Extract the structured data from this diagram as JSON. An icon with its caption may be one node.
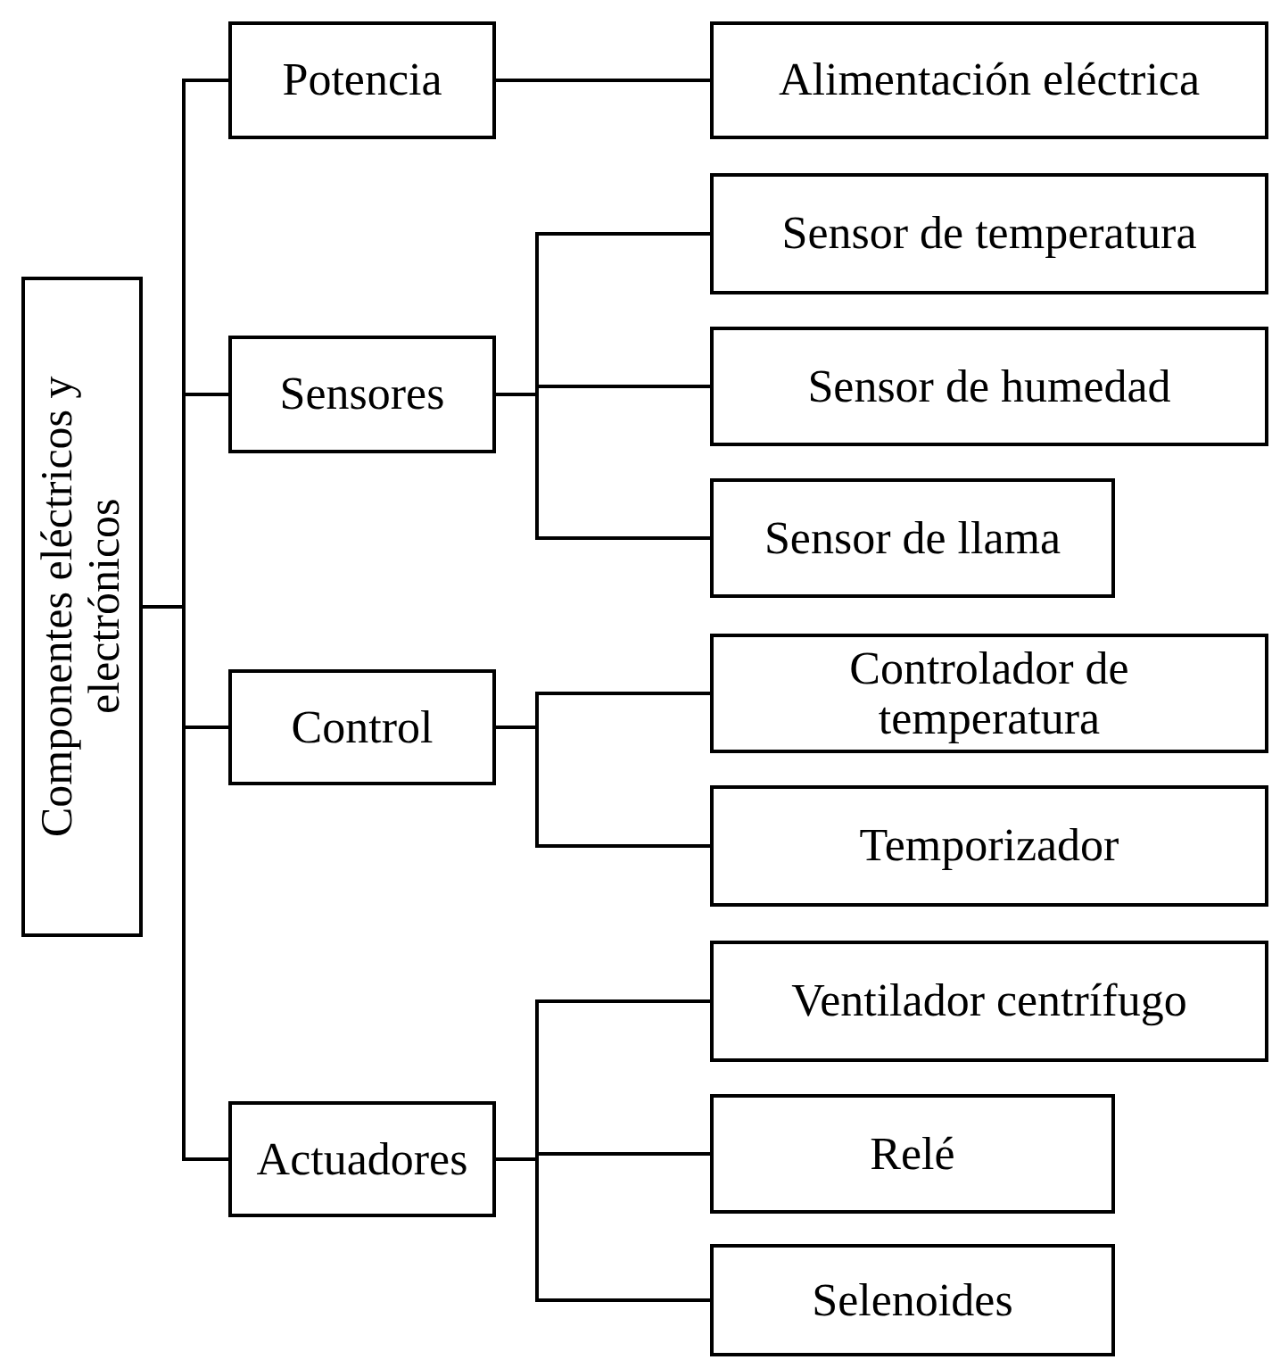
{
  "diagram": {
    "nodes": [
      {
        "text": [
          "Componentes eléctricos  y electrónicos"
        ]
      },
      {
        "text": [
          "Potencia"
        ]
      },
      {
        "text": [
          "Alimentación eléctrica"
        ]
      },
      {
        "text": [
          "Sensores"
        ]
      },
      {
        "text": [
          "Sensor de temperatura"
        ]
      },
      {
        "text": [
          "Sensor de humedad"
        ]
      },
      {
        "text": [
          "Sensor de llama"
        ]
      },
      {
        "text": [
          "Control"
        ]
      },
      {
        "text": [
          "Controlador de temperatura"
        ]
      },
      {
        "text": [
          "Temporizador"
        ]
      },
      {
        "text": [
          "Actuadores"
        ]
      },
      {
        "text": [
          "Ventilador centrífugo"
        ]
      },
      {
        "text": [
          "Relé"
        ]
      },
      {
        "text": [
          "Selenoides"
        ]
      }
    ],
    "edges": [
      {
        "from": 0,
        "to": 1,
        "arrow": "none"
      },
      {
        "from": 0,
        "to": 3,
        "arrow": "none"
      },
      {
        "from": 0,
        "to": 7,
        "arrow": "none"
      },
      {
        "from": 0,
        "to": 10,
        "arrow": "none"
      },
      {
        "from": 1,
        "to": 2,
        "arrow": "none"
      },
      {
        "from": 3,
        "to": 4,
        "arrow": "none"
      },
      {
        "from": 3,
        "to": 5,
        "arrow": "none"
      },
      {
        "from": 3,
        "to": 6,
        "arrow": "none"
      },
      {
        "from": 7,
        "to": 8,
        "arrow": "none"
      },
      {
        "from": 7,
        "to": 9,
        "arrow": "none"
      },
      {
        "from": 10,
        "to": 11,
        "arrow": "none"
      },
      {
        "from": 10,
        "to": 12,
        "arrow": "none"
      },
      {
        "from": 10,
        "to": 13,
        "arrow": "none"
      }
    ]
  }
}
